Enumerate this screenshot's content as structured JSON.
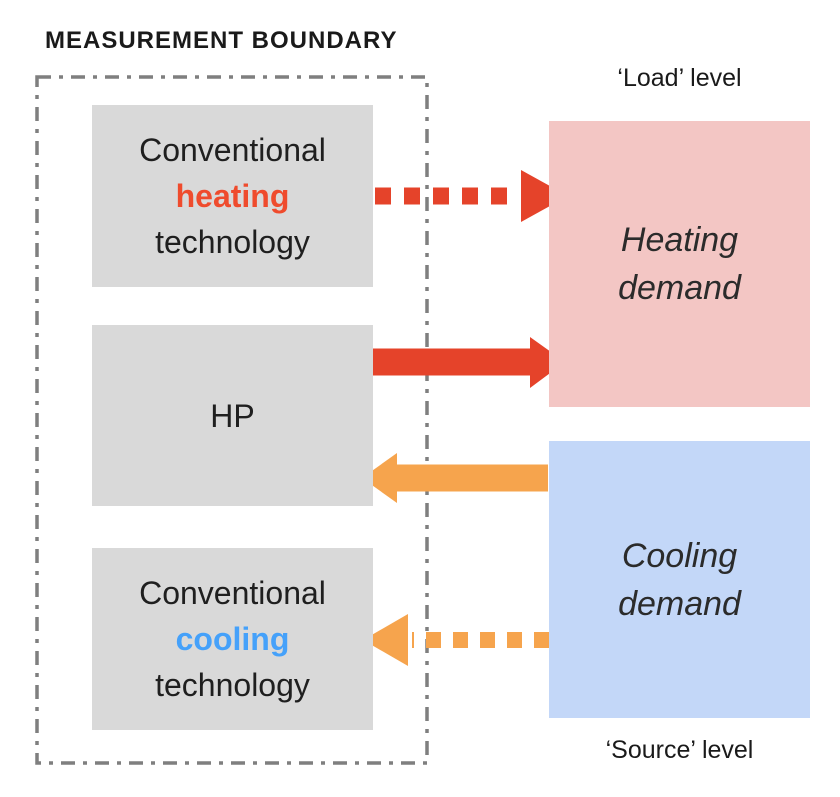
{
  "title": {
    "text": "MEASUREMENT BOUNDARY"
  },
  "labels": {
    "load_level": "‘Load’ level",
    "source_level": "‘Source’ level"
  },
  "boxes": {
    "heating_tech": {
      "line1": "Conventional",
      "word": "heating",
      "line3": "technology"
    },
    "hp": {
      "label": "HP"
    },
    "cooling_tech": {
      "line1": "Conventional",
      "word": "cooling",
      "line3": "technology"
    },
    "heating_demand": {
      "line1": "Heating",
      "line2": "demand"
    },
    "cooling_demand": {
      "line1": "Cooling",
      "line2": "demand"
    }
  },
  "colors": {
    "arrow_red": "#E5432A",
    "arrow_orange": "#F6A44D",
    "heating_word": "#EF4B2D",
    "cooling_word": "#45A1FA",
    "pink_box": "#F3C6C4",
    "blue_box": "#C3D7F8",
    "gray_box": "#D9D9D9",
    "boundary_gray": "#7F7F7F"
  },
  "arrows": [
    {
      "name": "conventional-heating-to-heating-demand",
      "style": "dashed",
      "direction": "right",
      "color": "red"
    },
    {
      "name": "hp-to-heating-demand",
      "style": "solid",
      "direction": "right",
      "color": "red"
    },
    {
      "name": "cooling-demand-to-hp",
      "style": "solid",
      "direction": "left",
      "color": "orange"
    },
    {
      "name": "cooling-demand-to-conventional-cooling",
      "style": "dashed",
      "direction": "left",
      "color": "orange"
    }
  ]
}
